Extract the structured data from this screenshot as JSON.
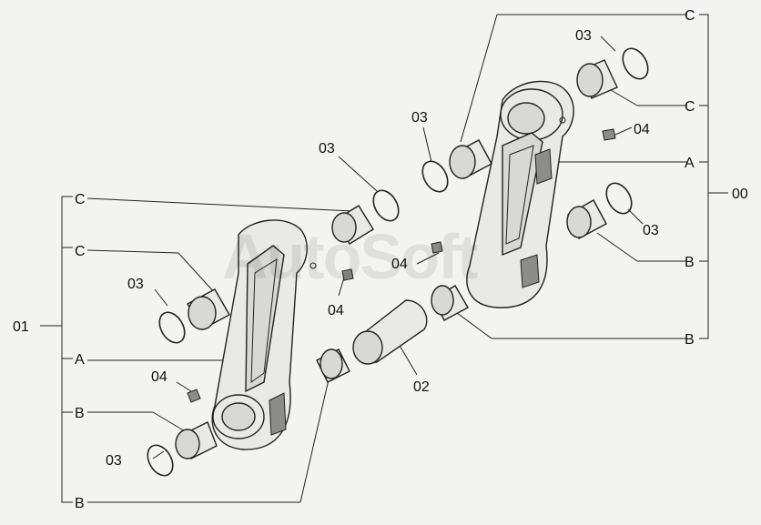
{
  "labels": {
    "group_left": "01",
    "group_right": "00",
    "pin": "02",
    "ring": "03",
    "grease_fitting": "04",
    "ref_a": "A",
    "ref_b": "B",
    "ref_c": "C"
  },
  "watermark": "AutoSoft",
  "colors": {
    "line": "#222222",
    "background": "#f3f3f1"
  }
}
